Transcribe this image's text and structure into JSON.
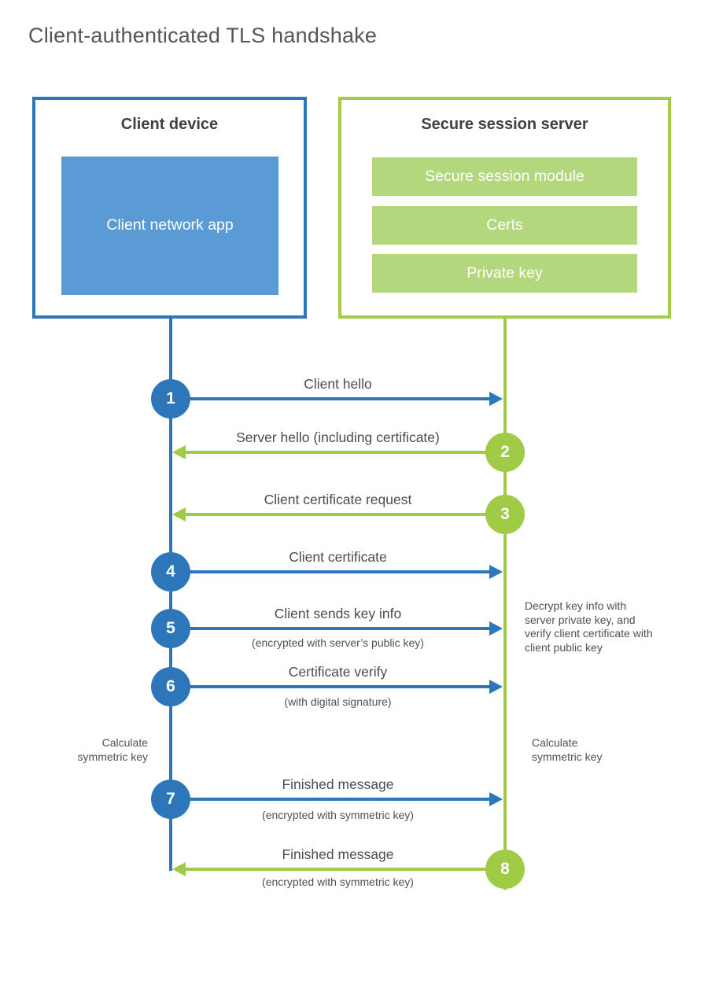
{
  "title": "Client-authenticated TLS handshake",
  "colors": {
    "blue": "#2e76ba",
    "blue_light": "#5b9bd5",
    "green": "#a0cb46",
    "green_light": "#b3d77d",
    "heading_text": "#55565a",
    "label_text": "#4b4c4e"
  },
  "client": {
    "title": "Client device",
    "app_label": "Client network app"
  },
  "server": {
    "title": "Secure session server",
    "modules": [
      "Secure session module",
      "Certs",
      "Private key"
    ]
  },
  "steps": [
    {
      "num": "1",
      "label": "Client hello",
      "sublabel": "",
      "from": "client",
      "to": "server"
    },
    {
      "num": "2",
      "label": "Server hello (including certificate)",
      "sublabel": "",
      "from": "server",
      "to": "client"
    },
    {
      "num": "3",
      "label": "Client certificate request",
      "sublabel": "",
      "from": "server",
      "to": "client"
    },
    {
      "num": "4",
      "label": "Client certificate",
      "sublabel": "",
      "from": "client",
      "to": "server"
    },
    {
      "num": "5",
      "label": "Client sends key info",
      "sublabel": "(encrypted with server’s public key)",
      "from": "client",
      "to": "server"
    },
    {
      "num": "6",
      "label": "Certificate verify",
      "sublabel": "(with digital signature)",
      "from": "client",
      "to": "server"
    },
    {
      "num": "7",
      "label": "Finished message",
      "sublabel": "(encrypted with symmetric key)",
      "from": "client",
      "to": "server"
    },
    {
      "num": "8",
      "label": "Finished message",
      "sublabel": "(encrypted with symmetric key)",
      "from": "server",
      "to": "client"
    }
  ],
  "annotations": {
    "decrypt_note": "Decrypt key info with server private key, and verify client certificate with client public key",
    "calculate_left": "Calculate symmetric key",
    "calculate_right": "Calculate symmetric key"
  }
}
